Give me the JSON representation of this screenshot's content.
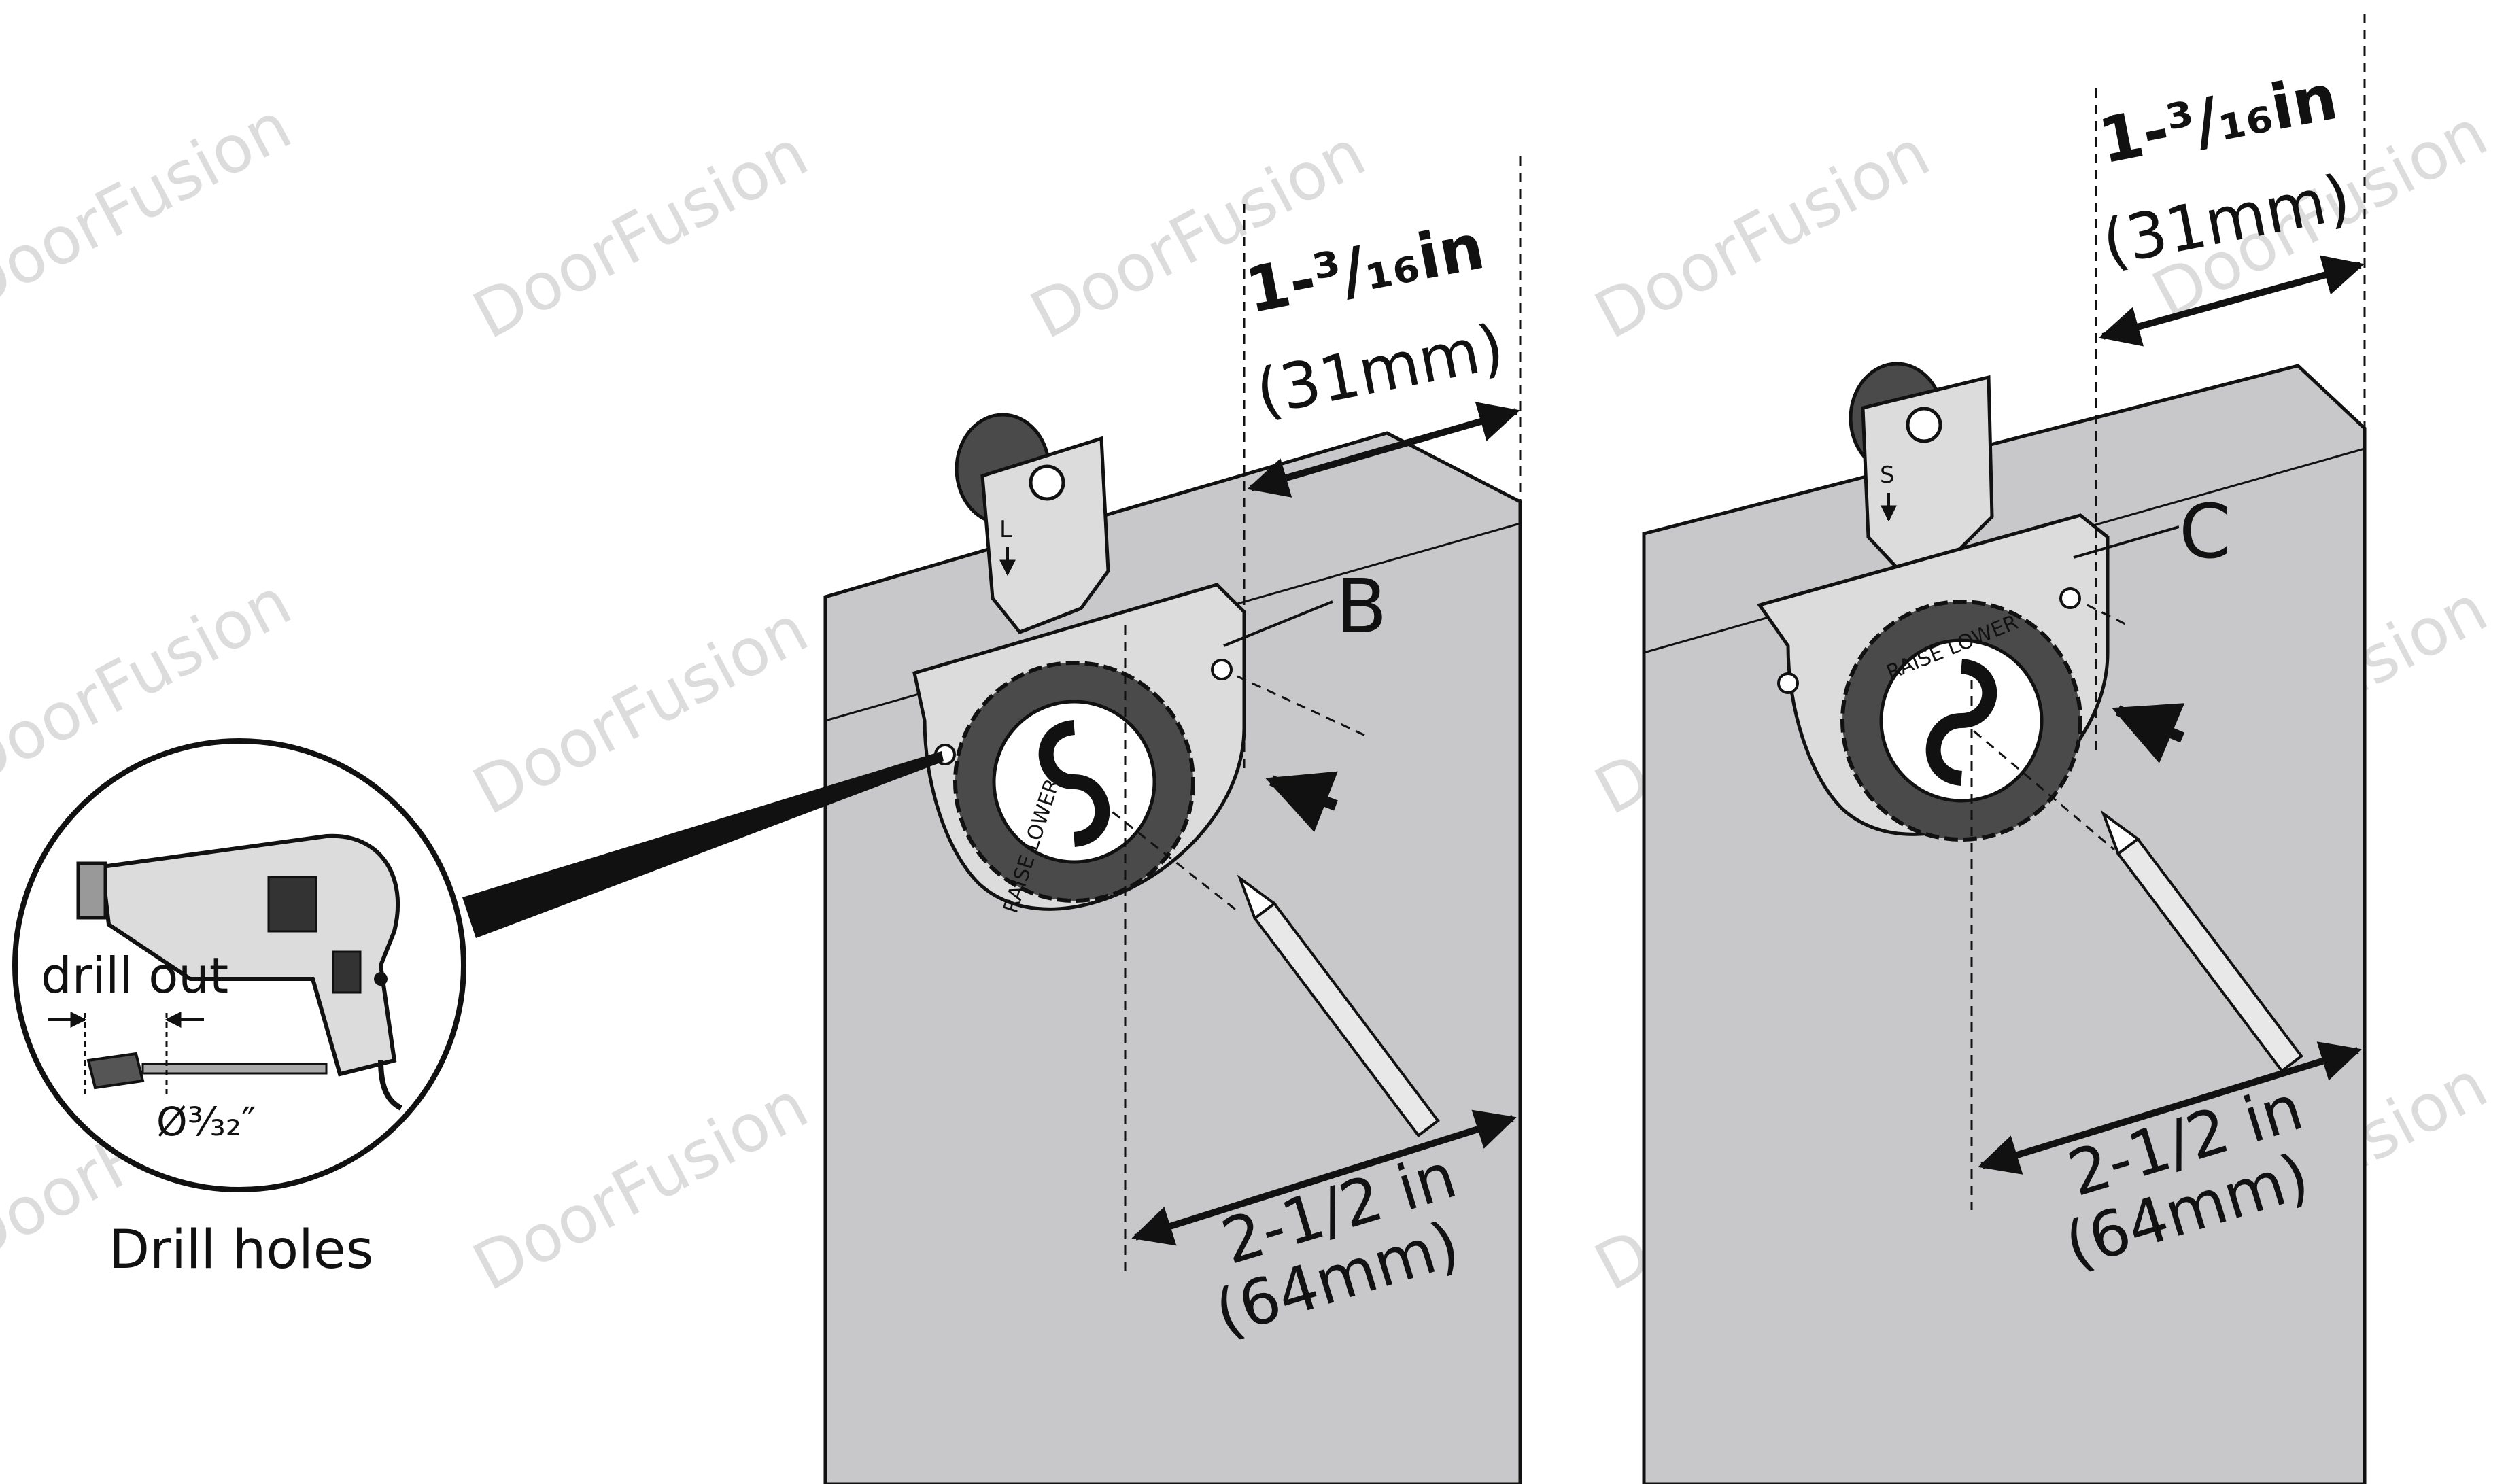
{
  "colors": {
    "panel": "#c8c8ca",
    "hardware": "#dcdcdc",
    "wheel": "#4a4a4a",
    "ink": "#111111",
    "watermark": "#dcdcdc"
  },
  "watermark": "DoorFusion",
  "left_assembly": {
    "callout": "B",
    "bracket_mark": "L",
    "dial_text": "RAISE  LOWER",
    "top_dimension": {
      "imperial": "1-³/₁₆in",
      "metric": "(31mm)"
    },
    "bottom_dimension": {
      "imperial": "2-1/2 in",
      "metric": "(64mm)"
    }
  },
  "right_assembly": {
    "callout": "C",
    "bracket_mark": "S",
    "dial_text": "RAISE  LOWER",
    "top_dimension": {
      "imperial": "1-³/₁₆in",
      "metric": "(31mm)"
    },
    "bottom_dimension": {
      "imperial": "2-1/2 in",
      "metric": "(64mm)"
    }
  },
  "drill_inset": {
    "drill_label": "drill out",
    "bit_size": "Ø³⁄₃₂″",
    "caption": "Drill holes"
  }
}
